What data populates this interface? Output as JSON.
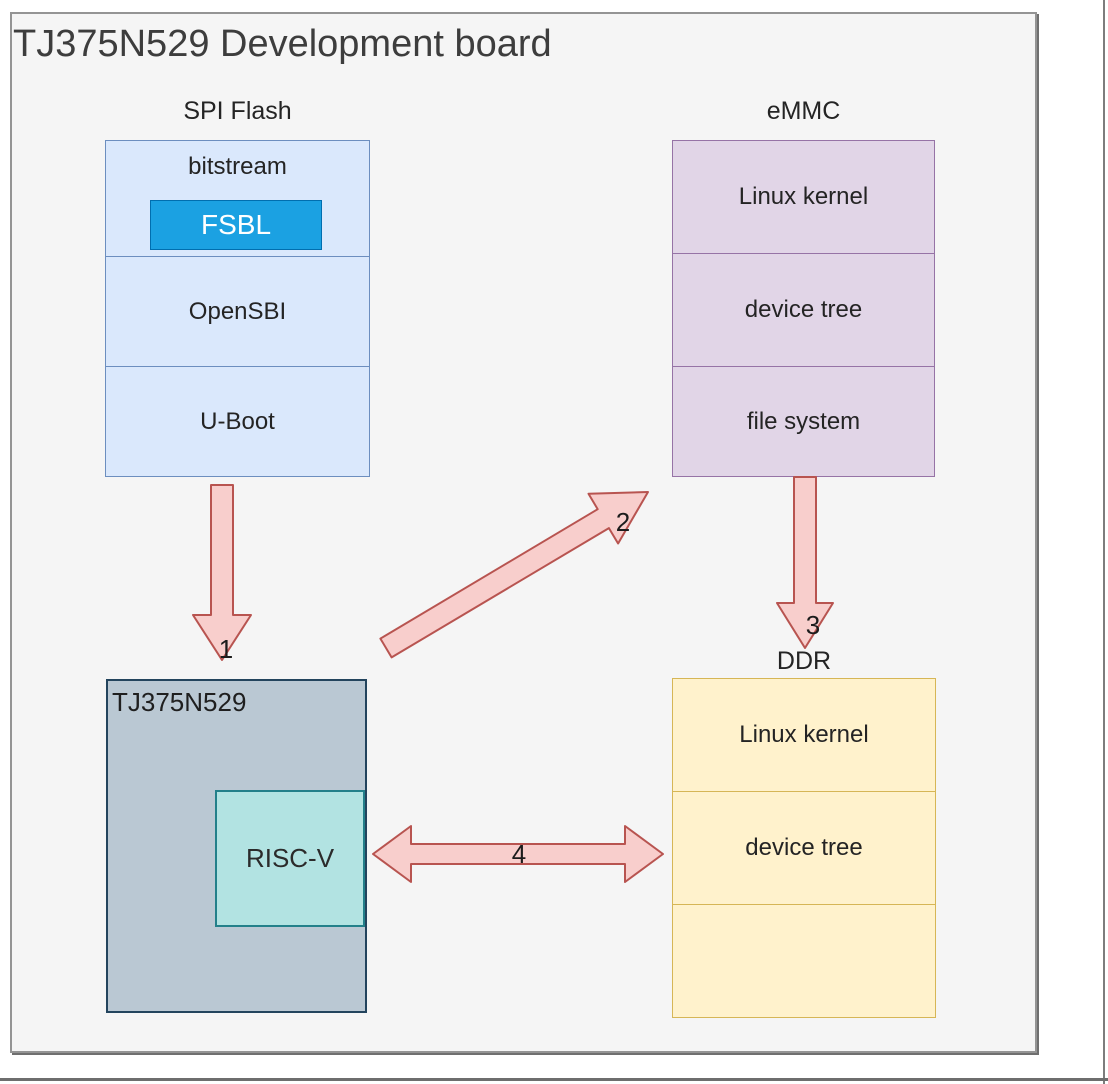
{
  "colors": {
    "frame_bg": "#f5f5f5",
    "blue_fill": "#dae8fc",
    "blue_stroke": "#6c8ebf",
    "fsbl_fill": "#1ba1e2",
    "fsbl_stroke": "#006eaf",
    "purple_fill": "#e1d5e7",
    "purple_stroke": "#9673a6",
    "soc_fill": "#bac8d3",
    "soc_stroke": "#23445d",
    "core_fill": "#b2e3e2",
    "core_stroke": "#23808a",
    "yellow_fill": "#fff2cc",
    "yellow_stroke": "#d6b656",
    "arrow_fill": "#f8cecc",
    "arrow_stroke": "#b85450"
  },
  "diagram": {
    "title": "TJ375N529 Development board",
    "spi_flash": {
      "label": "SPI Flash",
      "sections": [
        "bitstream",
        "OpenSBI",
        "U-Boot"
      ],
      "fsbl_label": "FSBL"
    },
    "emmc": {
      "label": "eMMC",
      "sections": [
        "Linux kernel",
        "device tree",
        "file system"
      ]
    },
    "soc": {
      "label": "TJ375N529",
      "core_label": "RISC-V"
    },
    "ddr": {
      "label": "DDR",
      "sections": [
        "Linux kernel",
        "device tree",
        ""
      ]
    },
    "arrows": [
      {
        "label": "1",
        "from": "SPI Flash",
        "to": "TJ375N529",
        "bidirectional": false
      },
      {
        "label": "2",
        "from": "TJ375N529",
        "to": "eMMC",
        "bidirectional": false
      },
      {
        "label": "3",
        "from": "eMMC",
        "to": "DDR",
        "bidirectional": false
      },
      {
        "label": "4",
        "from": "RISC-V",
        "to": "DDR",
        "bidirectional": true
      }
    ]
  }
}
